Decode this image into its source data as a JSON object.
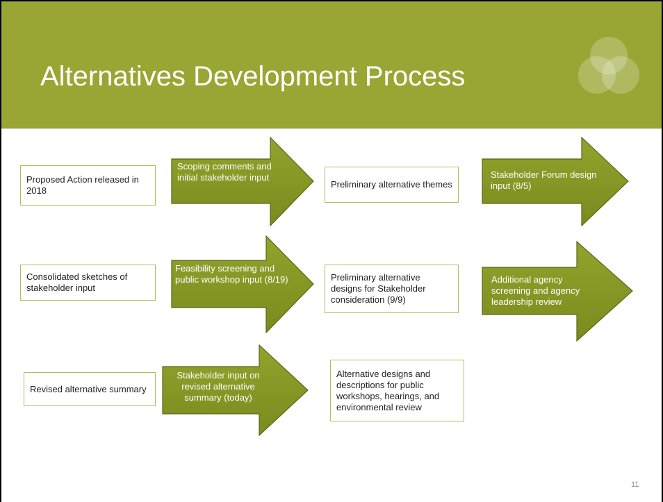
{
  "slide": {
    "title": "Alternatives Development Process",
    "page_number": "11",
    "colors": {
      "banner": "#9aa634",
      "arrow_fill": "#8a9a25",
      "arrow_stroke": "#5a6616",
      "box_border": "#b3bd55"
    },
    "logo_icon": "overlapping-circles-icon"
  },
  "rows": [
    {
      "input": "Proposed Action released in 2018",
      "arrow1": "Scoping comments and initial stakeholder input",
      "mid": "Preliminary alternative themes",
      "arrow2": "Stakeholder Forum design input (8/5)"
    },
    {
      "input": "Consolidated sketches of stakeholder input",
      "arrow1": "Feasibility screening and public workshop input (8/19)",
      "mid": "Preliminary alternative designs for Stakeholder consideration (9/9)",
      "arrow2": "Additional agency screening and agency leadership review"
    },
    {
      "input": "Revised alternative summary",
      "arrow1": "Stakeholder input on revised alternative summary (today)",
      "mid": "Alternative designs and descriptions for public workshops, hearings, and environmental review"
    }
  ]
}
